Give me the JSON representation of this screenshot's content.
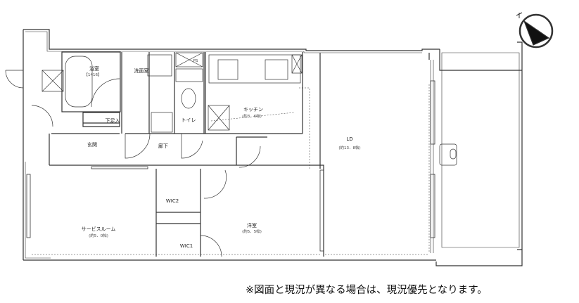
{
  "rooms": {
    "bath": {
      "name": "浴室",
      "sub": "【1416】"
    },
    "washroom": {
      "name": "洗面室"
    },
    "shoe_storage": {
      "name": "下足入"
    },
    "entrance": {
      "name": "玄関"
    },
    "hallway": {
      "name": "廊下"
    },
    "toilet": {
      "name": "トイレ"
    },
    "ps": {
      "name": "PS"
    },
    "kitchen": {
      "name": "キッチン",
      "sub": "(約3．6帖)"
    },
    "ld": {
      "name": "LD",
      "sub": "(約13．8帖)"
    },
    "service_room": {
      "name": "サービスルーム",
      "sub": "(約5．0帖)"
    },
    "western_room": {
      "name": "洋室",
      "sub": "(約5．5帖)"
    },
    "wic2": {
      "name": "WIC2"
    },
    "wic1": {
      "name": "WIC1"
    }
  },
  "note": "※図面と現況が異なる場合は、現況優先となります。"
}
